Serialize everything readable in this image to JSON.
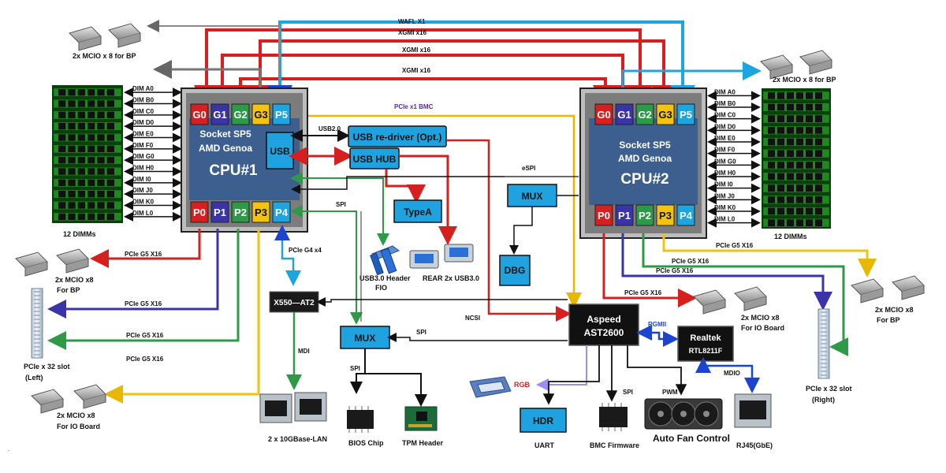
{
  "bus_labels": {
    "wafl": "WAFL X1",
    "xgmi_top1": "XGMI x16",
    "xgmi_top2": "XGMI x16",
    "xgmi_top3": "XGMI x16",
    "pcie_bmc": "PCIe x1 BMC",
    "usb20": "USB2.0",
    "espi": "eSPI",
    "spi_cpu": "SPI",
    "pcie_g4": "PCIe G4 x4",
    "ncsi": "NCSI",
    "spi_mux": "SPI",
    "spi_bios": "SPI",
    "mdi": "MDI",
    "rgb": "RGB",
    "rgmii": "RGMII",
    "mdio": "MDIO",
    "pwm": "PWM",
    "spi_bmc": "SPI",
    "l_pcie1": "PCIe G5 X16",
    "l_pcie2": "PCIe G5 X16",
    "l_pcie3": "PCIe G5 X16",
    "l_pcie4": "PCIe G5 X16",
    "r_pcie1": "PCIe G5 X16",
    "r_pcie2": "PCIe G5 X16",
    "r_pcie3": "PCIe G5 X16",
    "r_pcie4": "PCIe G5 X16"
  },
  "cpu1": {
    "line1": "Socket SP5",
    "line2": "AMD Genoa",
    "name": "CPU#1",
    "usb": "USB",
    "top_ports": [
      "G0",
      "G1",
      "G2",
      "G3",
      "P5"
    ],
    "bottom_ports": [
      "P0",
      "P1",
      "P2",
      "P3",
      "P4"
    ]
  },
  "cpu2": {
    "line1": "Socket SP5",
    "line2": "AMD Genoa",
    "name": "CPU#2",
    "top_ports": [
      "G0",
      "G1",
      "G2",
      "G3",
      "P5"
    ],
    "bottom_ports": [
      "P0",
      "P1",
      "P2",
      "P3",
      "P4"
    ]
  },
  "dimm_channels": [
    "DIM A0",
    "DIM B0",
    "DIM C0",
    "DIM D0",
    "DIM E0",
    "DIM F0",
    "DIM G0",
    "DIM H0",
    "DIM I0",
    "DIM J0",
    "DIM K0",
    "DIM L0"
  ],
  "boxes": {
    "usb_redriver": "USB re-driver (Opt.)",
    "usb_hub": "USB HUB",
    "typea": "TypeA",
    "mux_top": "MUX",
    "dbg": "DBG",
    "x550": "X550—AT2",
    "mux_spi": "MUX",
    "aspeed1": "Aspeed",
    "aspeed2": "AST2600",
    "realtek1": "Realtek",
    "realtek2": "RTL8211F",
    "hdr": "HDR"
  },
  "captions": {
    "mcio_top_left": "2x MCIO x 8 for BP",
    "mcio_top_right": "2x MCIO x 8 for BP",
    "dimms_left": "12 DIMMs",
    "dimms_right": "12 DIMMs",
    "mcio_l1a": "2x MCIO x8",
    "mcio_l1b": "For BP",
    "slot_l1": "PCIe x 32 slot",
    "slot_l2": "(Left)",
    "mcio_l2a": "2x MCIO x8",
    "mcio_l2b": "For IO Board",
    "usb_header1": "USB3.0 Header",
    "usb_header2": "FIO",
    "rear_usb": "REAR 2x  USB3.0",
    "lan": "2 x 10GBase-LAN",
    "bios": "BIOS Chip",
    "tpm": "TPM Header",
    "uart": "UART",
    "bmc_fw": "BMC Firmware",
    "fan": "Auto Fan Control",
    "rj45": "RJ45(GbE)",
    "mcio_r1a": "2x MCIO x8",
    "mcio_r1b": "For IO Board",
    "mcio_r2a": "2x MCIO x8",
    "mcio_r2b": "For BP",
    "slot_r1": "PCIe x 32 slot",
    "slot_r2": "(Right)"
  },
  "colors": {
    "red": "#d62020",
    "purple": "#3a34a8",
    "green": "#2e9a48",
    "yellow": "#f2c40f",
    "cyan": "#1ea5df",
    "cpu_inner": "#3d5f8f",
    "box_blue": "#1fa3e0",
    "dark": "#1a1a1a"
  }
}
